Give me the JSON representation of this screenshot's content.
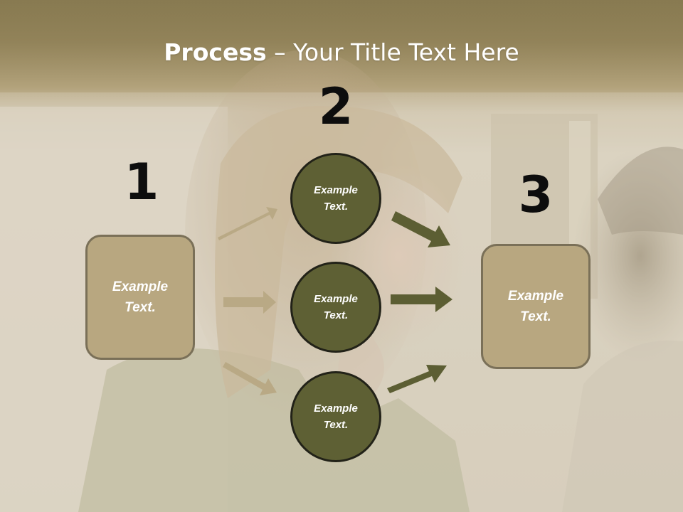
{
  "slide": {
    "title_bold": "Process",
    "title_rest": " – Your Title Text Here",
    "steps": [
      "1",
      "2",
      "3"
    ],
    "left_box": "Example Text.",
    "right_box": "Example Text.",
    "circles": [
      "Example Text.",
      "Example Text.",
      "Example Text."
    ]
  },
  "colors": {
    "box_fill": "#b8a780",
    "box_border": "#7a7058",
    "circle_fill": "#5e6034",
    "circle_border": "#222218",
    "arrow_left": "#b9a985",
    "arrow_right": "#5c5e33",
    "title_band": "#9e8e62"
  }
}
